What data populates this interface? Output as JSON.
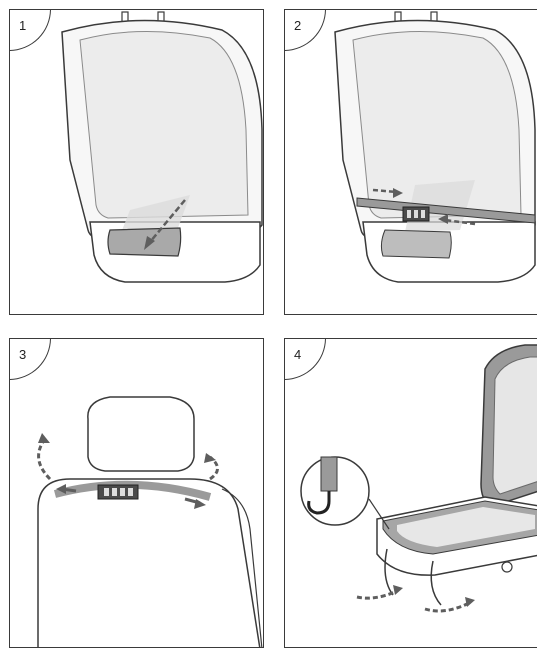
{
  "steps": [
    {
      "number": "1"
    },
    {
      "number": "2"
    },
    {
      "number": "3"
    },
    {
      "number": "4"
    }
  ],
  "colors": {
    "line": "#3a3a3a",
    "fill": "#f2f2f2",
    "shade": "#d9d9d9",
    "strap": "#9a9a9a",
    "arrow": "#6e6e6e"
  }
}
